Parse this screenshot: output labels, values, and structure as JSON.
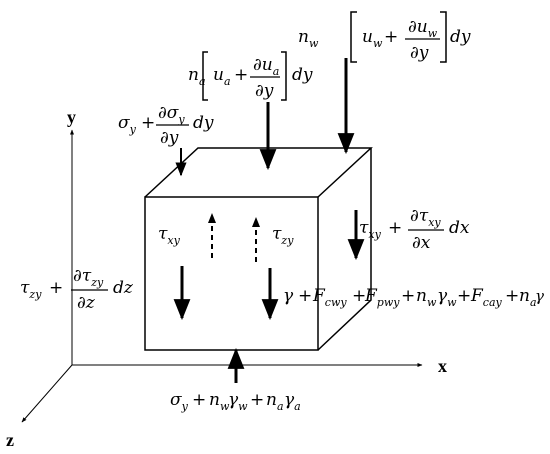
{
  "axes": {
    "x_label": "x",
    "y_label": "y",
    "z_label": "z"
  },
  "symbols": {
    "n": "n",
    "u": "u",
    "d": "∂",
    "dy": "dy",
    "dx": "dx",
    "dz": "dz",
    "plus": "+",
    "sigma": "σ",
    "tau": "τ",
    "gamma": "γ",
    "F": "F",
    "sub_w": "w",
    "sub_a": "a",
    "sub_y": "y",
    "sub_xy": "xy",
    "sub_zy": "zy",
    "sub_cwy": "cwy",
    "sub_pwy": "pwy",
    "sub_cay": "cay"
  }
}
